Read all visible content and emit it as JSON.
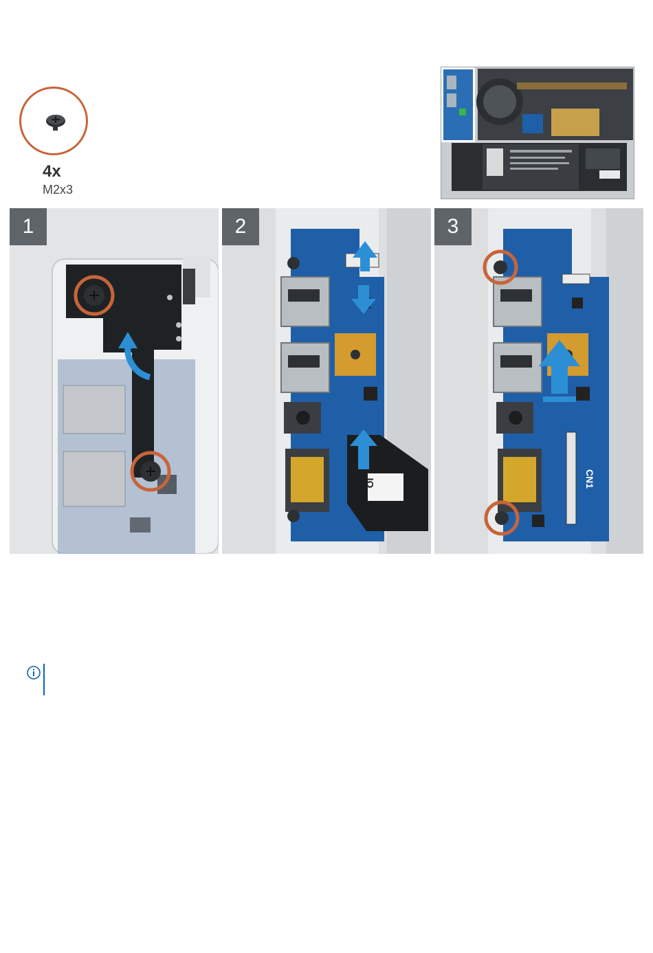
{
  "screw": {
    "count": "4x",
    "size": "M2x3",
    "icon": "screw-icon"
  },
  "steps": [
    {
      "number": "1"
    },
    {
      "number": "2"
    },
    {
      "number": "3"
    }
  ],
  "board_labels": {
    "cn1": "CN1",
    "io": "IO"
  },
  "note": {
    "icon": "info-icon"
  },
  "colors": {
    "callout_ring": "#c8643a",
    "arrow_blue": "#2c8fd6",
    "board_blue": "#1f5fa8",
    "step_badge": "#5f6468",
    "note_accent": "#0b63b0"
  }
}
